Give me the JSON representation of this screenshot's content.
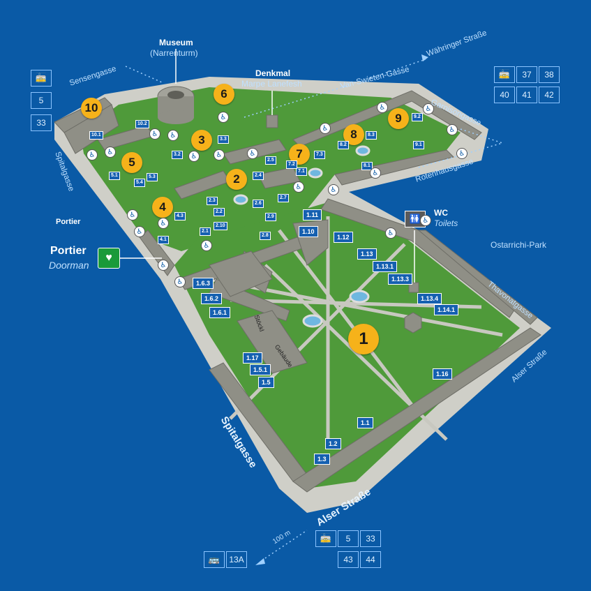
{
  "landmarks": {
    "museum_title": "Museum",
    "museum_subtitle": "(Narrenturm)",
    "denkmal_title": "Denkmal",
    "denkmal_subtitle": "Marpe Lanefesh",
    "wc_title": "WC",
    "wc_subtitle": "Toilets",
    "portier_small": "Portier",
    "portier_main": "Portier",
    "portier_sub": "Doorman",
    "park": "Ostarrichi-Park",
    "building_a": "Stöckl",
    "building_b": "Gebäude"
  },
  "streets": {
    "sensengasse": "Sensengasse",
    "van_swieten": "Van-Swieten-Gasse",
    "waehringer": "Währinger Straße",
    "garnisongasse": "Garnisongasse",
    "rotenhausgasse": "Rotenhausgasse",
    "spitalgasse_left": "Spitalgasse",
    "spitalgasse_bottom": "Spitalgasse",
    "thavonatgasse": "Thavonatgasse",
    "alser_right": "Alser Straße",
    "alser_bottom": "Alser Straße",
    "distance": "100 m"
  },
  "transit": {
    "top_left": [
      "5",
      "33"
    ],
    "top_right_row1": [
      "37",
      "38"
    ],
    "top_right_row2": [
      "40",
      "41",
      "42"
    ],
    "bottom_row1": [
      "5",
      "33"
    ],
    "bottom_row2": [
      "43",
      "44"
    ],
    "bus": "13A",
    "tram_icon": "tram-icon",
    "bus_icon": "bus-icon"
  },
  "courtyards": [
    "1",
    "2",
    "3",
    "4",
    "5",
    "6",
    "7",
    "8",
    "9",
    "10"
  ],
  "building_labels": [
    "1.1",
    "1.2",
    "1.3",
    "1.5",
    "1.5.1",
    "1.6.1",
    "1.6.2",
    "1.6.3",
    "1.10",
    "1.11",
    "1.12",
    "1.13",
    "1.13.1",
    "1.13.3",
    "1.13.4",
    "1.14.1",
    "1.16",
    "1.17",
    "2.1",
    "2.2",
    "2.3",
    "2.4",
    "2.5",
    "2.6",
    "2.7",
    "2.8",
    "2.9",
    "2.10",
    "3.2",
    "3.3",
    "4.1",
    "4.3",
    "5.1",
    "5.3",
    "5.4",
    "7.1",
    "7.2",
    "7.3",
    "8.1",
    "8.2",
    "8.3",
    "9.1",
    "9.2",
    "10.1",
    "10.2"
  ],
  "colors": {
    "water": "#0a5aa6",
    "grass": "#4f9a3a",
    "building": "#8f8f86",
    "path": "#c8c8c0",
    "marker": "#f6b21a",
    "label": "#1560b0",
    "aed": "#1a9a3a"
  },
  "icons": {
    "wheelchair": "wheelchair-icon",
    "aed": "defibrillator-icon",
    "wc": "toilet-icon"
  }
}
